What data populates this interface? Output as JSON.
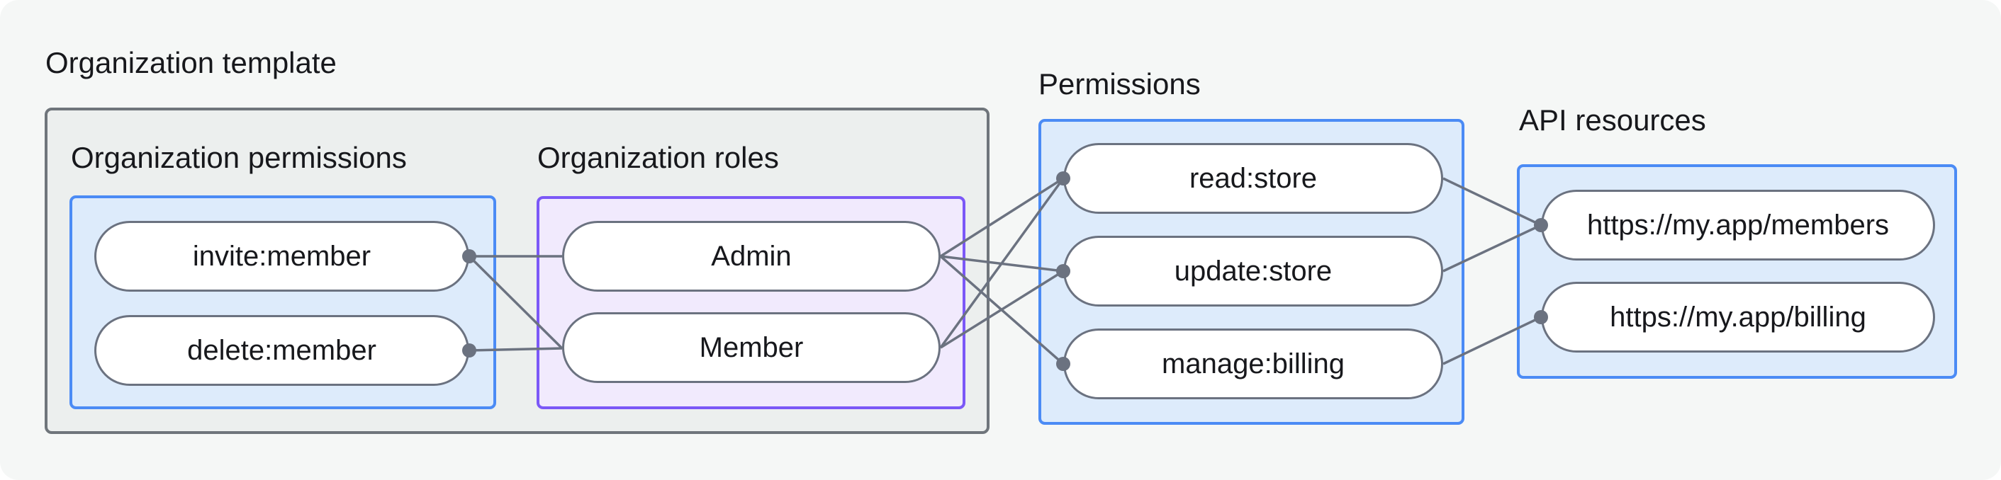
{
  "diagram": {
    "org_template": {
      "title": "Organization template",
      "org_permissions": {
        "label": "Organization permissions",
        "items": [
          {
            "label": "invite:member"
          },
          {
            "label": "delete:member"
          }
        ]
      },
      "org_roles": {
        "label": "Organization roles",
        "items": [
          {
            "label": "Admin"
          },
          {
            "label": "Member"
          }
        ]
      }
    },
    "permissions": {
      "title": "Permissions",
      "items": [
        {
          "label": "read:store"
        },
        {
          "label": "update:store"
        },
        {
          "label": "manage:billing"
        }
      ]
    },
    "api_resources": {
      "title": "API resources",
      "items": [
        {
          "label": "https://my.app/members"
        },
        {
          "label": "https://my.app/billing"
        }
      ]
    },
    "edges": [
      {
        "from": "invite:member",
        "to": "Admin"
      },
      {
        "from": "invite:member",
        "to": "Member"
      },
      {
        "from": "delete:member",
        "to": "Member"
      },
      {
        "from": "Admin",
        "to": "read:store"
      },
      {
        "from": "Admin",
        "to": "update:store"
      },
      {
        "from": "Admin",
        "to": "manage:billing"
      },
      {
        "from": "Member",
        "to": "read:store"
      },
      {
        "from": "Member",
        "to": "update:store"
      },
      {
        "from": "read:store",
        "to": "https://my.app/members"
      },
      {
        "from": "update:store",
        "to": "https://my.app/members"
      },
      {
        "from": "manage:billing",
        "to": "https://my.app/billing"
      }
    ],
    "colors": {
      "page_bg": "#f5f7f6",
      "template_box_bg": "#ecefee",
      "template_box_border": "#6f757b",
      "blue_box_bg": "#ddebfb",
      "blue_box_border": "#4b8bf5",
      "purple_box_bg": "#f1eafd",
      "purple_box_border": "#7b58f7",
      "node_bg": "#ffffff",
      "node_border": "#6b7280",
      "edge": "#6b7280",
      "text": "#17181c"
    }
  }
}
